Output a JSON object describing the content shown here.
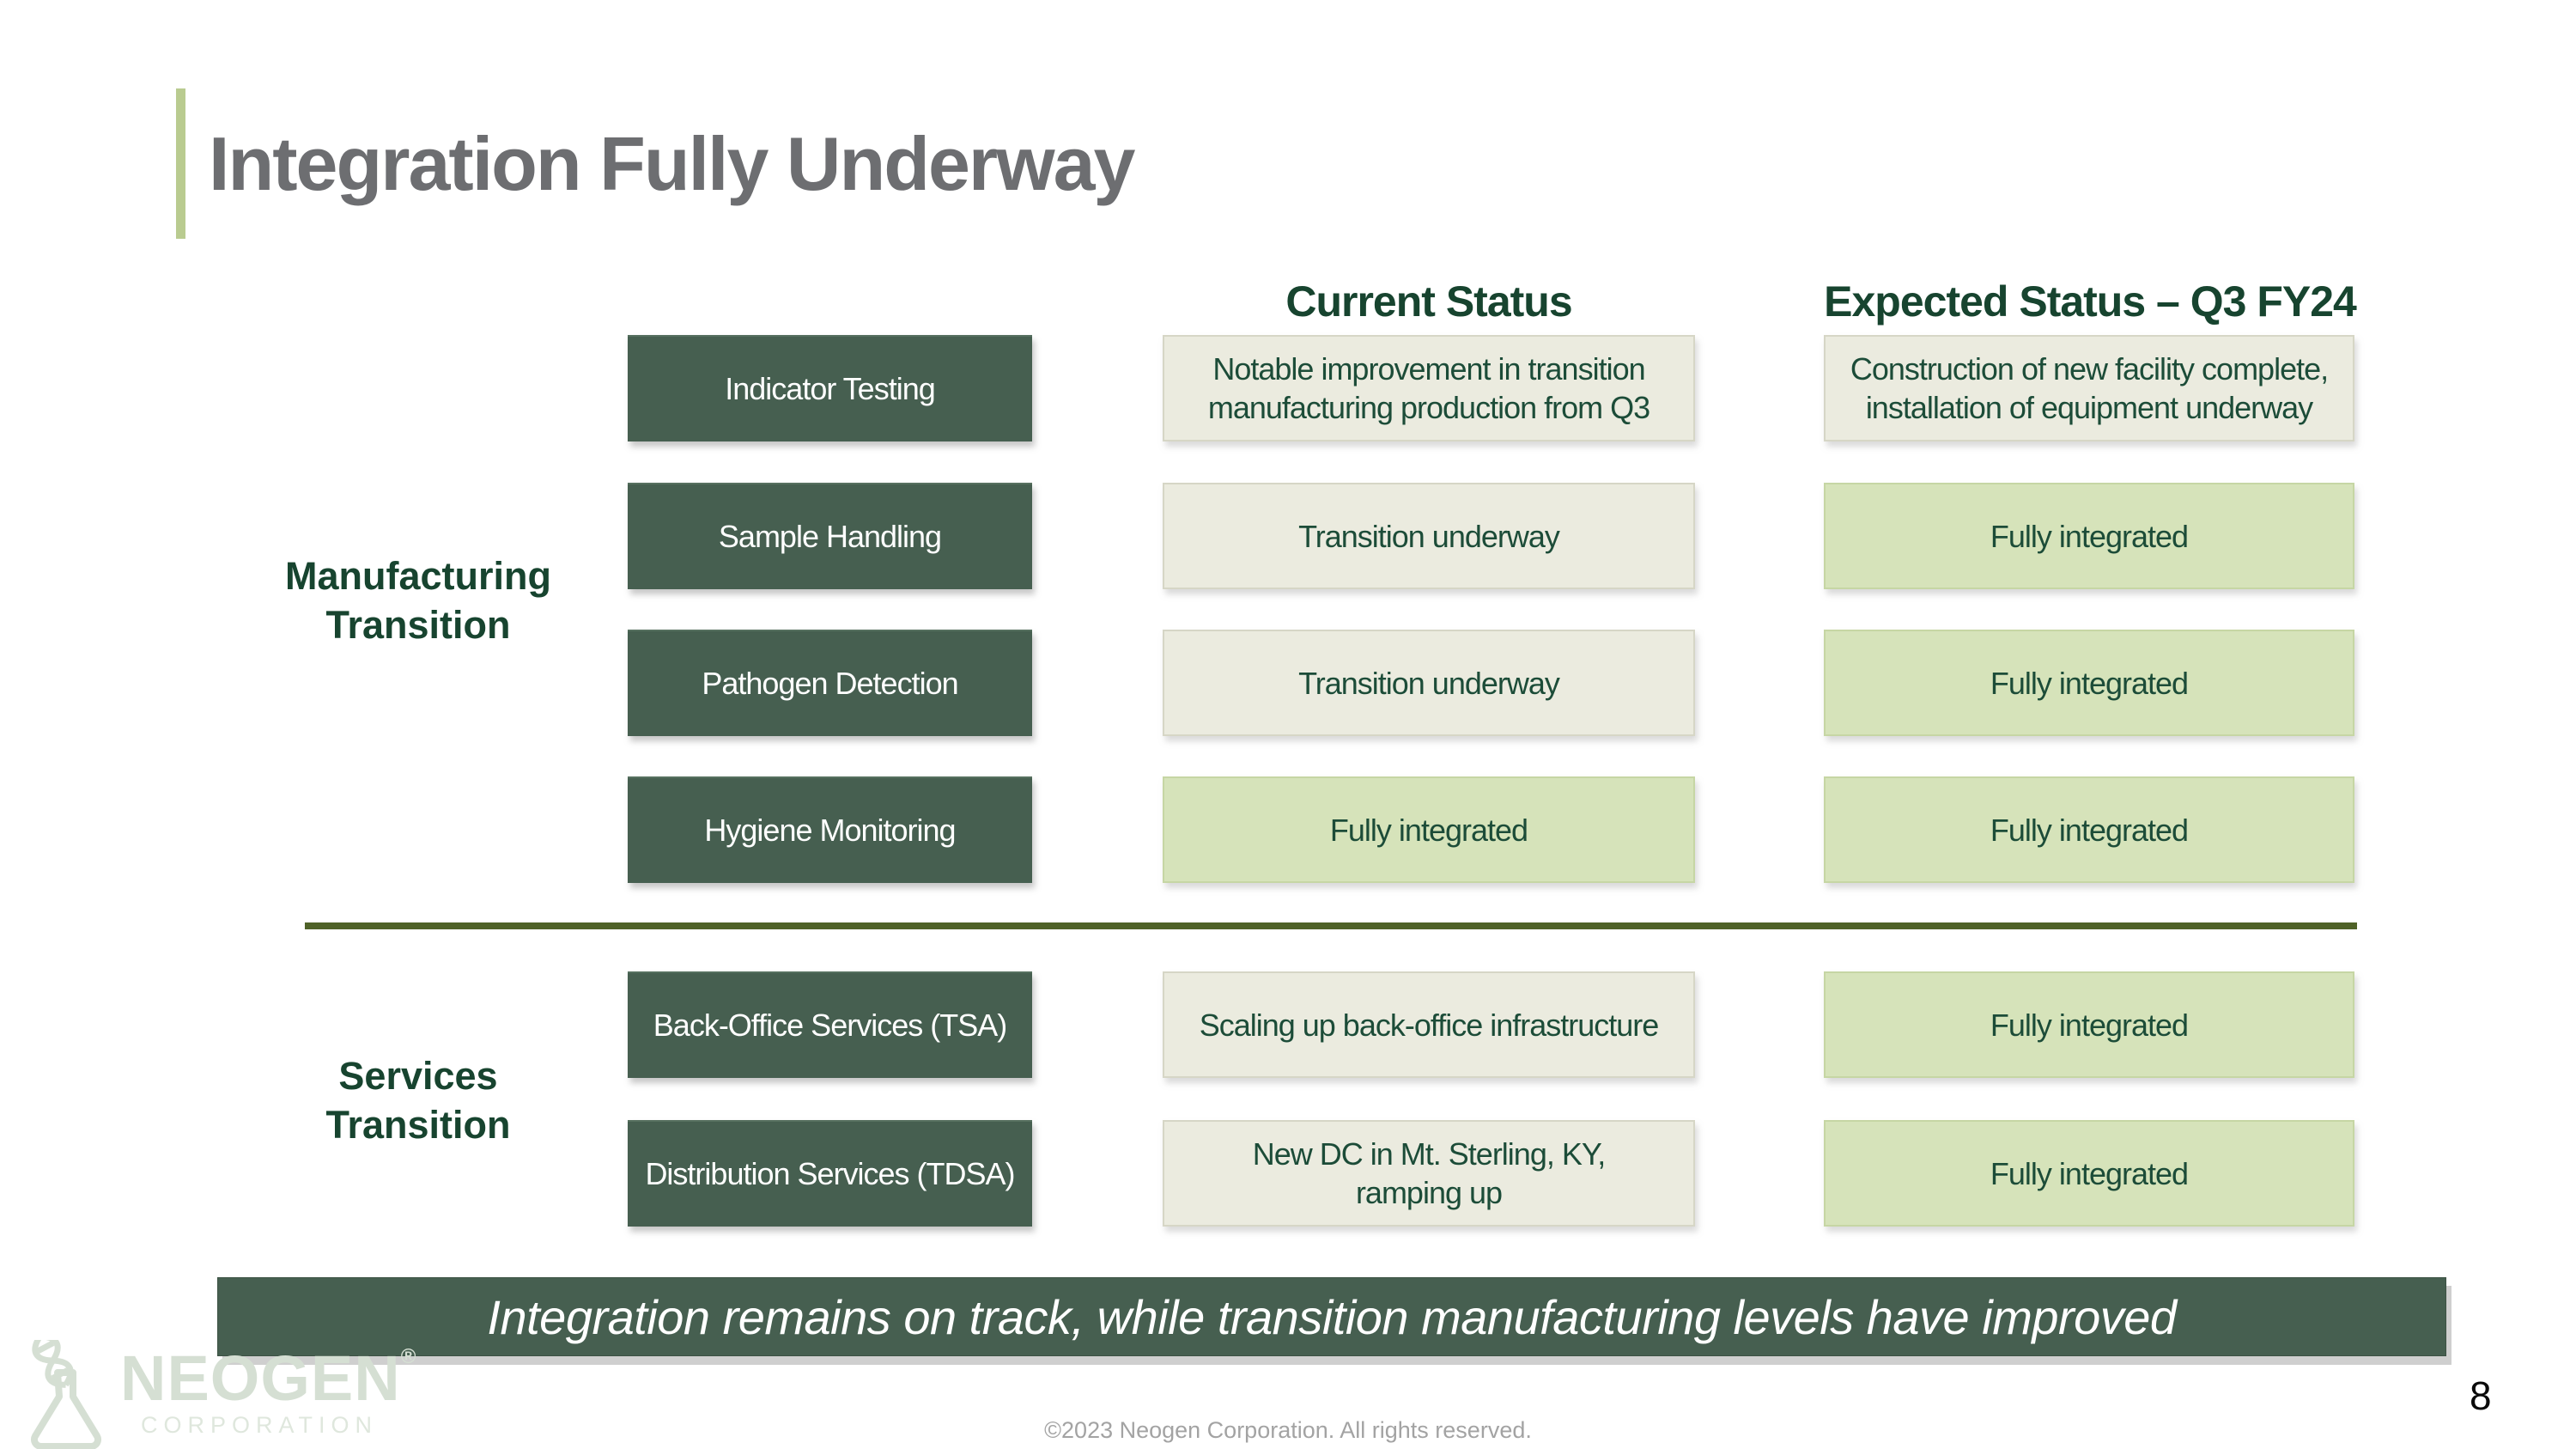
{
  "slide": {
    "title": "Integration Fully Underway",
    "banner": "Integration remains on track, while transition manufacturing levels have improved",
    "footer": "©2023 Neogen Corporation. All rights reserved.",
    "page_number": "8"
  },
  "table": {
    "column_headers": {
      "current": "Current Status",
      "expected": "Expected Status – Q3 FY24"
    },
    "groups": [
      {
        "label": "Manufacturing\nTransition",
        "rows": [
          {
            "item": "Indicator Testing",
            "current": "Notable improvement in transition\nmanufacturing production from Q3",
            "current_status": "in-progress",
            "expected": "Construction of new facility complete,\ninstallation of equipment underway",
            "expected_status": "in-progress"
          },
          {
            "item": "Sample Handling",
            "current": "Transition underway",
            "current_status": "in-progress",
            "expected": "Fully integrated",
            "expected_status": "complete"
          },
          {
            "item": "Pathogen Detection",
            "current": "Transition underway",
            "current_status": "in-progress",
            "expected": "Fully integrated",
            "expected_status": "complete"
          },
          {
            "item": "Hygiene Monitoring",
            "current": "Fully integrated",
            "current_status": "complete",
            "expected": "Fully integrated",
            "expected_status": "complete"
          }
        ]
      },
      {
        "label": "Services\nTransition",
        "rows": [
          {
            "item": "Back-Office Services (TSA)",
            "current": "Scaling up back-office infrastructure",
            "current_status": "in-progress",
            "expected": "Fully integrated",
            "expected_status": "complete"
          },
          {
            "item": "Distribution Services (TDSA)",
            "current": "New DC in Mt. Sterling, KY,\nramping up",
            "current_status": "in-progress",
            "expected": "Fully integrated",
            "expected_status": "complete"
          }
        ]
      }
    ]
  },
  "logo": {
    "name": "NEOGEN",
    "reg": "®",
    "sub": "CORPORATION"
  },
  "colors": {
    "accent_bar": "#b9cb90",
    "title_gray": "#6d6e71",
    "dark_green_box": "#465f50",
    "header_text_green": "#17442f",
    "status_beige": "#ebebdf",
    "status_light_green": "#d6e3ba",
    "divider_olive": "#4f6228",
    "logo_watermark": "#d5dfd3"
  }
}
